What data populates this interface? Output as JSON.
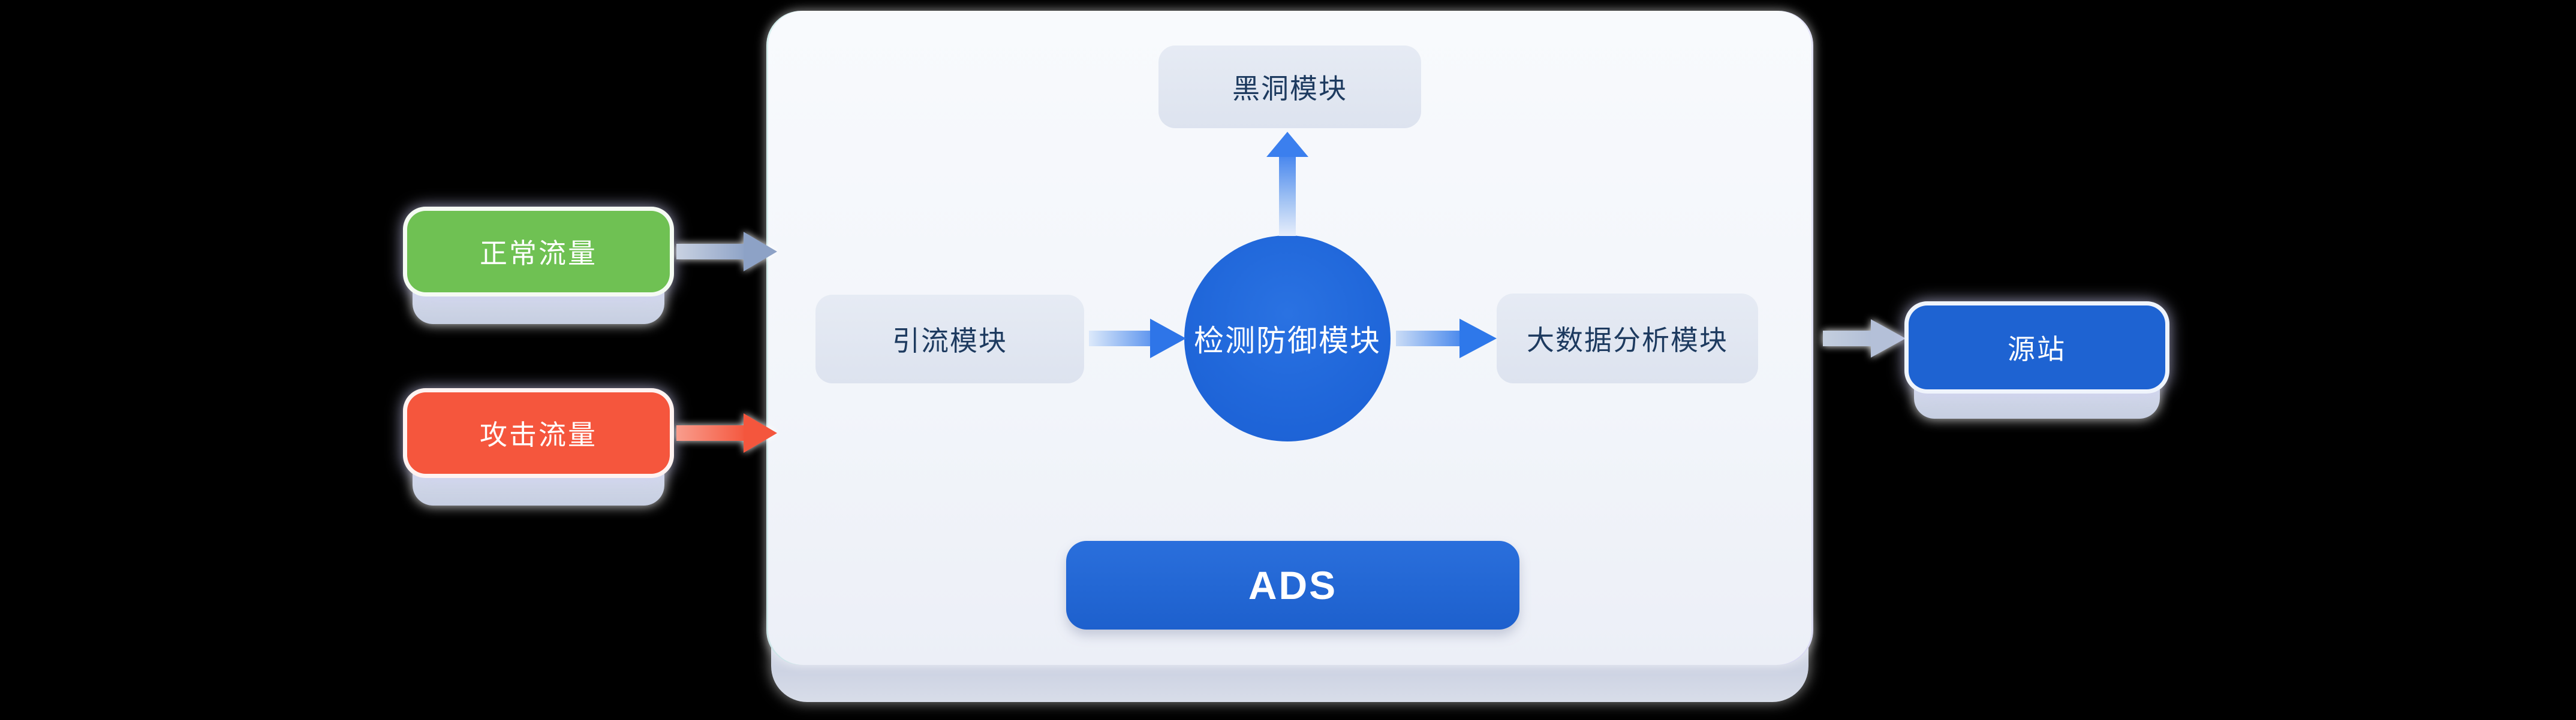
{
  "diagram": {
    "title_semantic": "Anti-DDoS traffic scrubbing architecture",
    "inputs": [
      {
        "id": "normal-traffic",
        "label": "正常流量",
        "color": "#6fc153"
      },
      {
        "id": "attack-traffic",
        "label": "攻击流量",
        "color": "#f5563d"
      }
    ],
    "panel": {
      "product_label": "ADS",
      "modules": {
        "blackhole": {
          "label": "黑洞模块"
        },
        "diversion": {
          "label": "引流模块"
        },
        "detection": {
          "label": "检测防御模块",
          "color": "#2067da"
        },
        "bigdata": {
          "label": "大数据分析模块"
        }
      }
    },
    "output": {
      "id": "origin-site",
      "label": "源站",
      "color": "#1e63d2"
    },
    "colors": {
      "background": "#000000",
      "panel_surface": "#f2f5fa",
      "panel_base": "#cdd3e3",
      "module_box": "#dde3ef",
      "module_text": "#1d3a5f",
      "blue_arrow": "#2e78ea",
      "gray_arrow": "#8da2c6",
      "origin_arrow": "#b4c0d8",
      "white_text": "#ffffff"
    },
    "arrows": [
      {
        "id": "normal-to-panel",
        "direction": "right",
        "color": "#8da2c6"
      },
      {
        "id": "attack-to-panel",
        "direction": "right",
        "color": "#f4563d"
      },
      {
        "id": "diversion-to-detection",
        "direction": "right",
        "color": "#2e75e8"
      },
      {
        "id": "detection-to-blackhole",
        "direction": "up",
        "color": "#3b7fee"
      },
      {
        "id": "detection-to-bigdata",
        "direction": "right",
        "color": "#2e78ea"
      },
      {
        "id": "panel-to-origin",
        "direction": "right",
        "color": "#b4c0d8"
      }
    ]
  }
}
